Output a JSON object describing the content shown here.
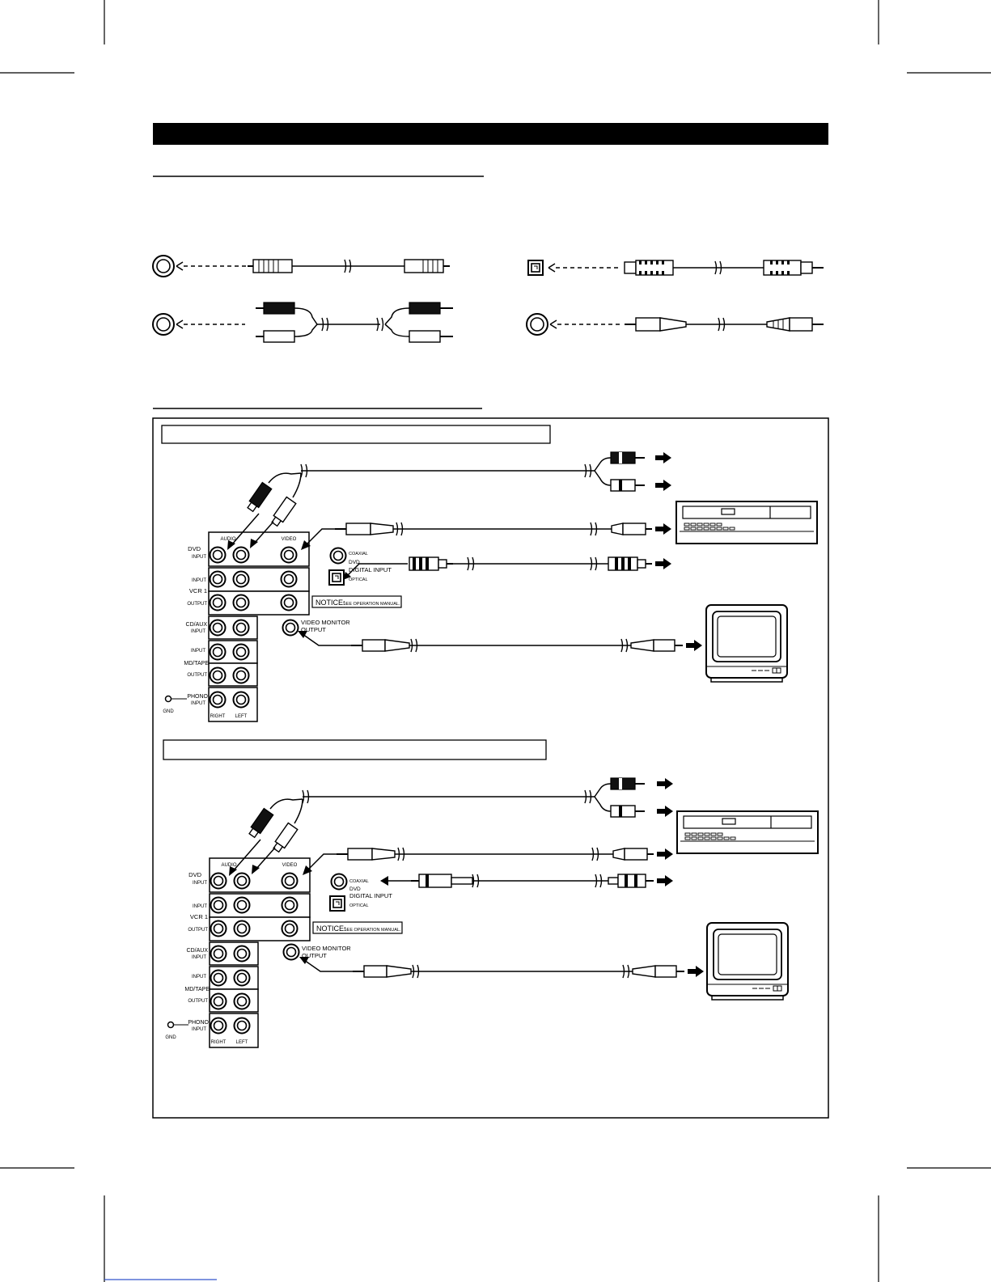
{
  "diagram_1": {
    "labels": {
      "dvd": "DVD",
      "input": "INPUT",
      "audio": "AUDIO",
      "video": "VIDEO",
      "vcr1": "VCR 1",
      "output": "OUTPUT",
      "cd_aux": "CD/AUX",
      "md_tape": "MD/TAPE",
      "phono": "PHONO",
      "right": "RIGHT",
      "left": "LEFT",
      "gnd": "GND",
      "coaxial": "COAXIAL",
      "dvd_digital": "DVD",
      "digital_input": "DIGITAL INPUT",
      "optical": "OPTICAL",
      "notice": "NOTICE:",
      "notice_sub": "SEE OPERATION MANUAL.",
      "video_monitor": "VIDEO MONITOR",
      "video_monitor_output": "OUTPUT"
    }
  },
  "diagram_2": {
    "labels": {
      "dvd": "DVD",
      "input": "INPUT",
      "audio": "AUDIO",
      "video": "VIDEO",
      "vcr1": "VCR 1",
      "output": "OUTPUT",
      "cd_aux": "CD/AUX",
      "md_tape": "MD/TAPE",
      "phono": "PHONO",
      "right": "RIGHT",
      "left": "LEFT",
      "gnd": "GND",
      "coaxial": "COAXIAL",
      "dvd_digital": "DVD",
      "digital_input": "DIGITAL INPUT",
      "optical": "OPTICAL",
      "notice": "NOTICE:",
      "notice_sub": "SEE OPERATION MANUAL.",
      "video_monitor": "VIDEO MONITOR",
      "video_monitor_output": "OUTPUT"
    }
  }
}
